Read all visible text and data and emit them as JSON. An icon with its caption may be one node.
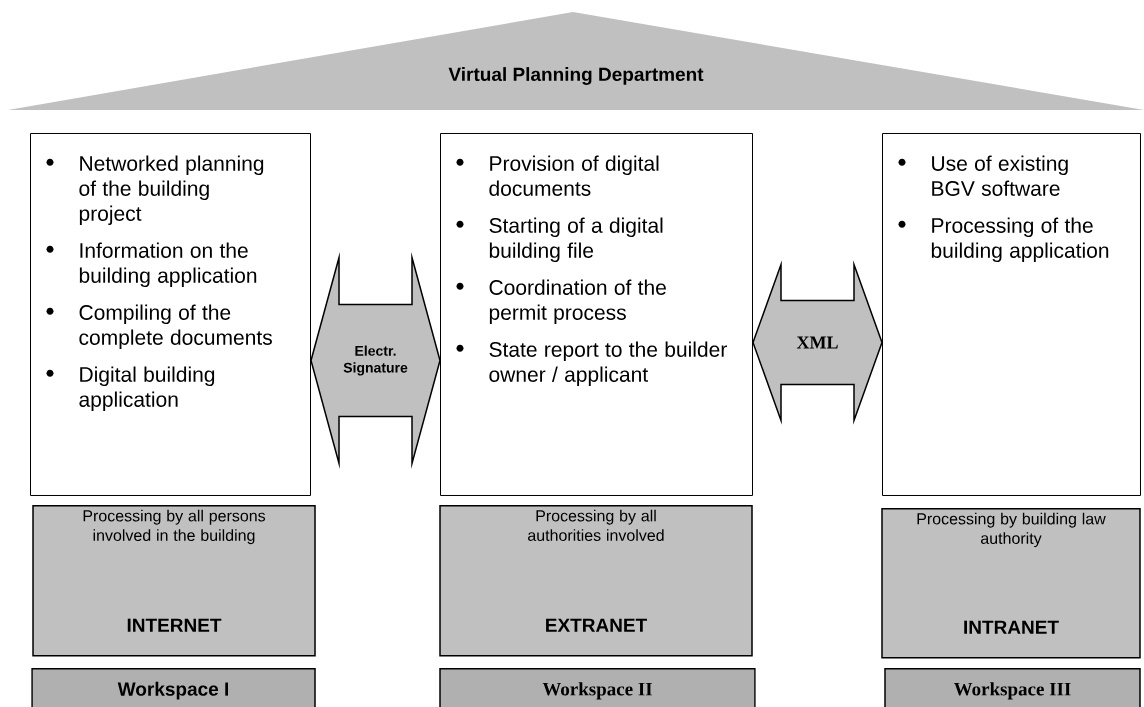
{
  "diagram": {
    "nodes": [
      {
        "text": [
          "Virtual Planning Department"
        ]
      },
      {
        "text": [
          "Networked planning of the building project",
          "Information on the building application",
          "Compiling of the complete documents",
          "Digital building application"
        ]
      },
      {
        "text": [
          "Provision of digital documents",
          "Starting of a digital building file",
          "Coordination of the permit process",
          "State report to the builder owner / applicant"
        ]
      },
      {
        "text": [
          "Use of existing BGV software",
          "Processing of the building application"
        ]
      },
      {
        "text": [
          "Processing by all persons involved in the building",
          "INTERNET"
        ]
      },
      {
        "text": [
          "Processing by all authorities involved",
          "EXTRANET"
        ]
      },
      {
        "text": [
          "Processing by building law authority",
          "INTRANET"
        ]
      },
      {
        "text": [
          "Workspace I"
        ]
      },
      {
        "text": [
          "Workspace II"
        ]
      },
      {
        "text": [
          "Workspace III"
        ]
      }
    ],
    "edges": [
      {
        "from": 1,
        "to": 2,
        "arrow": "both",
        "label": "Electr. Signature"
      },
      {
        "from": 2,
        "to": 3,
        "arrow": "both",
        "label": "XML"
      }
    ]
  }
}
